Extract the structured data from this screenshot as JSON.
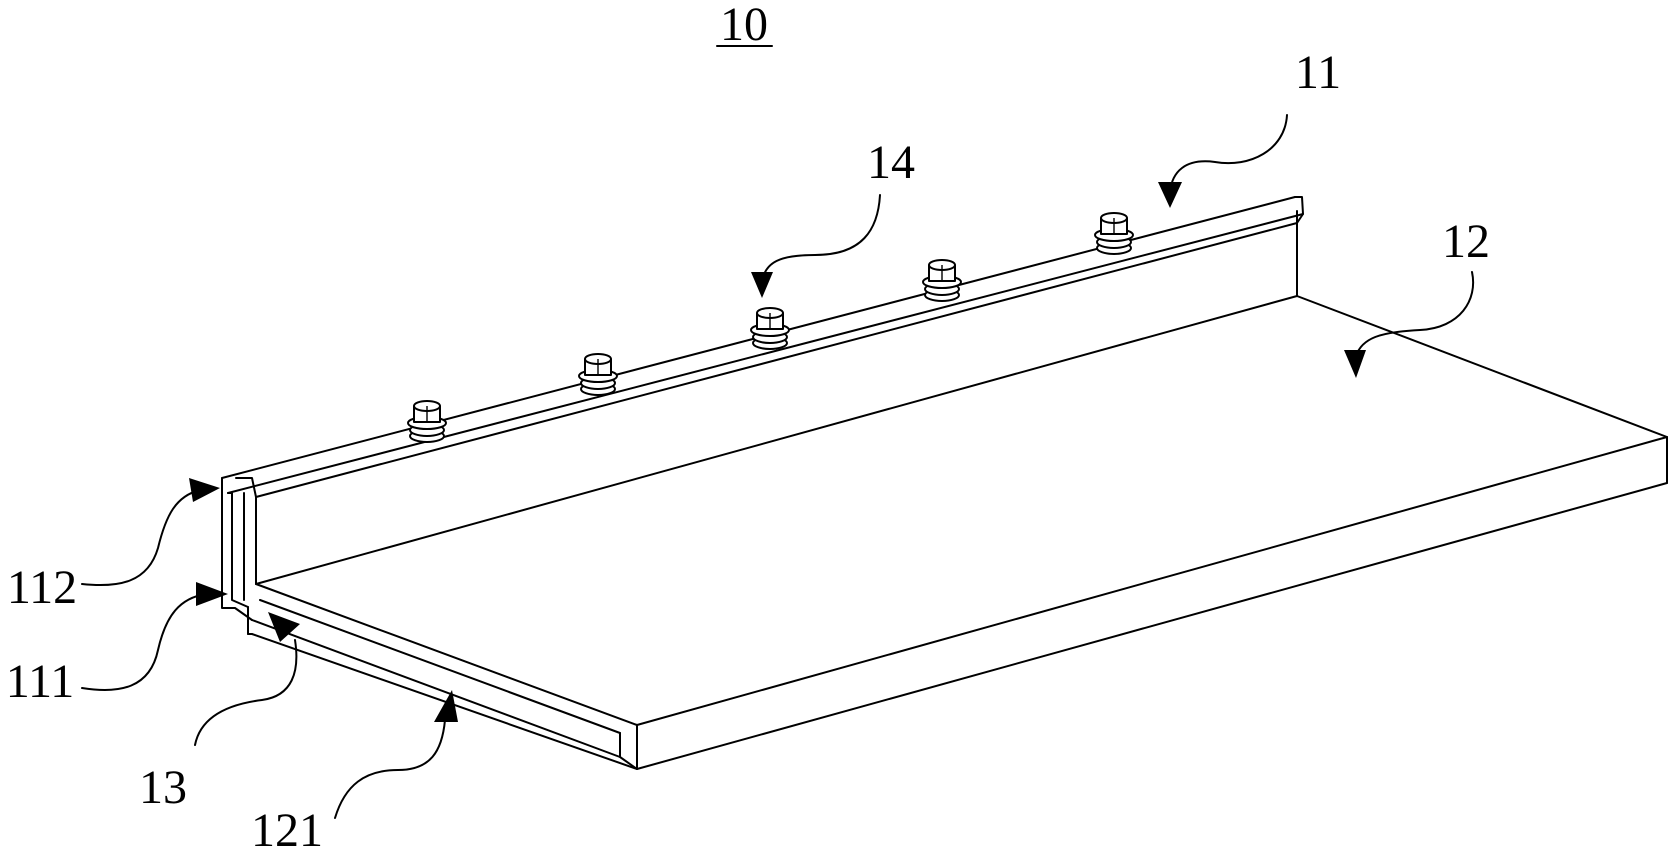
{
  "figure": {
    "assembly_label": "10",
    "callouts": [
      {
        "id": "c11",
        "text": "11"
      },
      {
        "id": "c14",
        "text": "14"
      },
      {
        "id": "c12",
        "text": "12"
      },
      {
        "id": "c112",
        "text": "112"
      },
      {
        "id": "c111",
        "text": "111"
      },
      {
        "id": "c13",
        "text": "13"
      },
      {
        "id": "c121",
        "text": "121"
      }
    ],
    "bolt_count": 5
  }
}
